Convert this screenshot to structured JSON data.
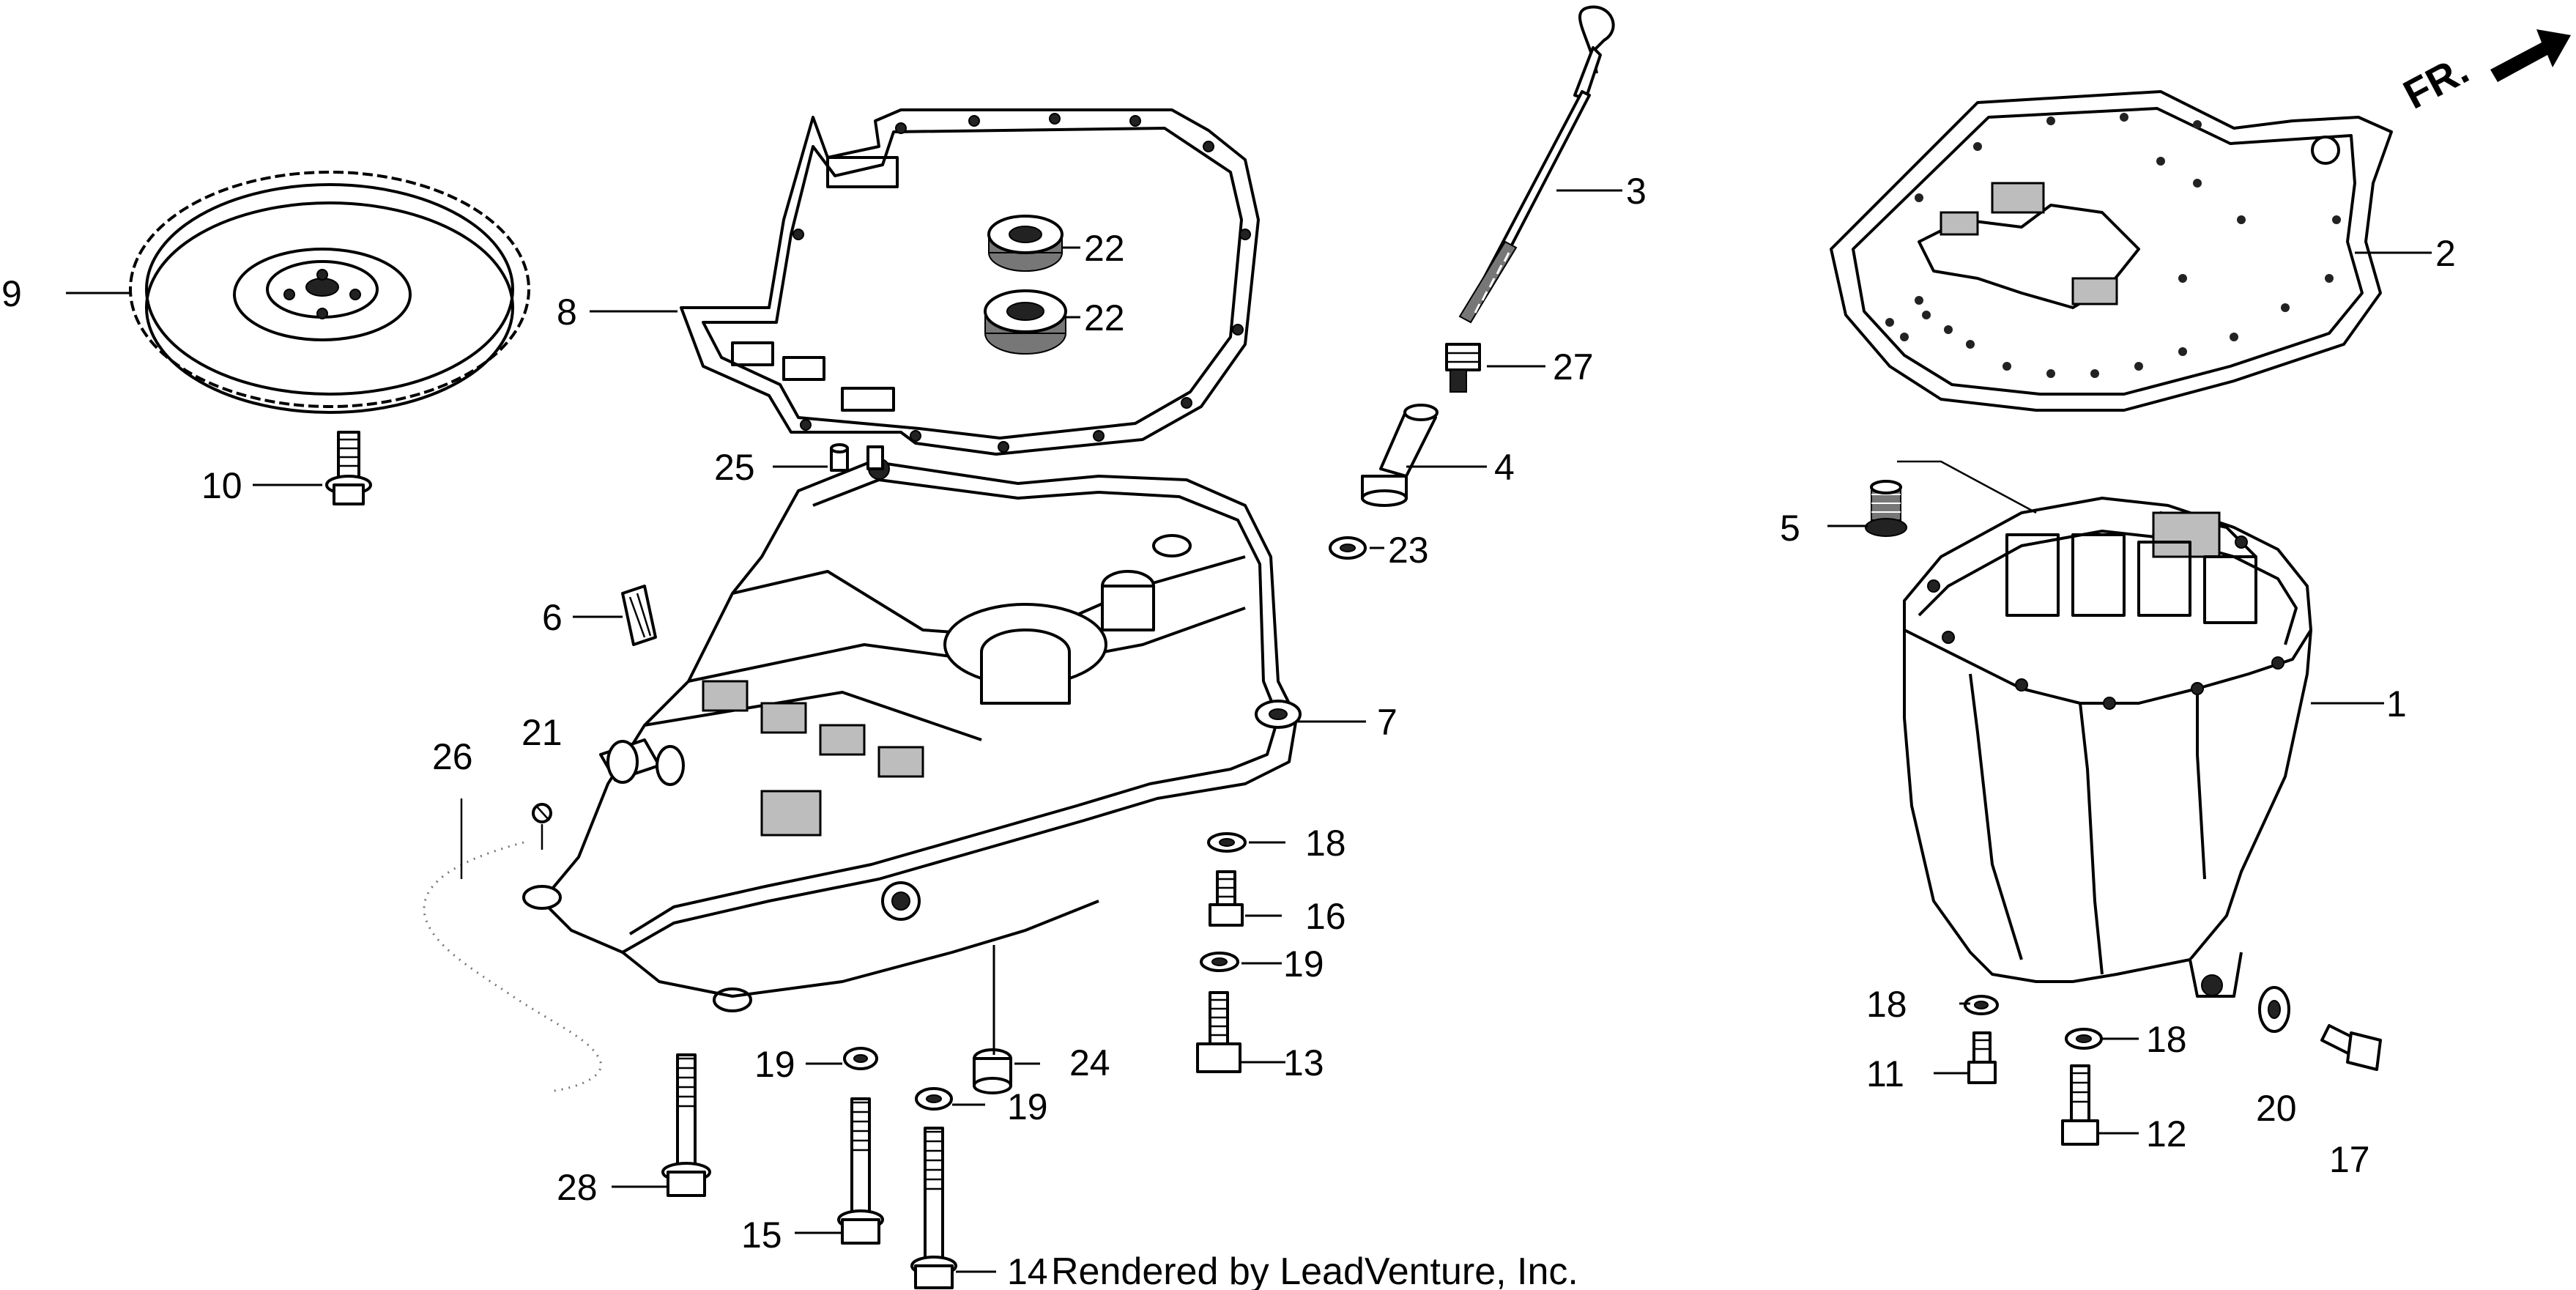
{
  "diagram": {
    "direction_label": "FR.",
    "footer_text": "Rendered by LeadVenture, Inc.",
    "callouts": {
      "p1": "1",
      "p2": "2",
      "p3": "3",
      "p4": "4",
      "p5": "5",
      "p6": "6",
      "p7": "7",
      "p8": "8",
      "p9": "9",
      "p10": "10",
      "p11": "11",
      "p12": "12",
      "p13": "13",
      "p14": "14",
      "p15": "15",
      "p16": "16",
      "p17": "17",
      "p18a": "18",
      "p18b": "18",
      "p18c": "18",
      "p19a": "19",
      "p19b": "19",
      "p19c": "19",
      "p20": "20",
      "p21": "21",
      "p22a": "22",
      "p22b": "22",
      "p23": "23",
      "p24": "24",
      "p25": "25",
      "p26": "26",
      "p27": "27",
      "p28": "28"
    }
  }
}
